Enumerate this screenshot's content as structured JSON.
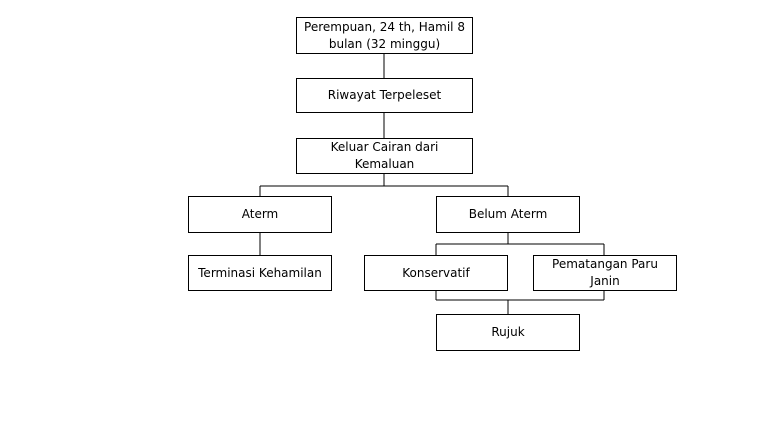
{
  "diagram": {
    "nodes": {
      "patient": "Perempuan, 24 th, Hamil 8 bulan (32 minggu)",
      "history": "Riwayat Terpeleset",
      "discharge": "Keluar Cairan dari Kemaluan",
      "aterm": "Aterm",
      "belum_aterm": "Belum Aterm",
      "terminasi": "Terminasi Kehamilan",
      "konservatif": "Konservatif",
      "pematangan": "Pematangan Paru Janin",
      "rujuk": "Rujuk"
    },
    "edges": [
      [
        "patient",
        "history"
      ],
      [
        "history",
        "discharge"
      ],
      [
        "discharge",
        "aterm"
      ],
      [
        "discharge",
        "belum_aterm"
      ],
      [
        "aterm",
        "terminasi"
      ],
      [
        "belum_aterm",
        "konservatif"
      ],
      [
        "belum_aterm",
        "pematangan"
      ],
      [
        "konservatif",
        "rujuk"
      ],
      [
        "pematangan",
        "rujuk"
      ]
    ]
  }
}
